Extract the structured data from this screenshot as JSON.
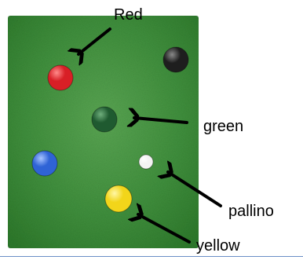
{
  "colors": {
    "text": "#000000",
    "felt_base": "#3f8f3c",
    "felt_light": "#5aa653",
    "felt_dark": "#2e7a2c",
    "arrow": "#000000",
    "bottom_rule": "#6a8fc7"
  },
  "balls": [
    {
      "name": "red-ball",
      "color": "#d81f26",
      "highlight": "#ff8a8a"
    },
    {
      "name": "black-ball",
      "color": "#1e1e1e",
      "highlight": "#8a8a8a"
    },
    {
      "name": "green-ball",
      "color": "#1f5a30",
      "highlight": "#6fae7c"
    },
    {
      "name": "blue-ball",
      "color": "#2f63d6",
      "highlight": "#a8c4ff"
    },
    {
      "name": "pallino-ball",
      "color": "#f3f3f3",
      "highlight": "#ffffff"
    },
    {
      "name": "yellow-ball",
      "color": "#f2d51a",
      "highlight": "#fff7a6"
    }
  ],
  "labels": {
    "red": "Red",
    "green": "green",
    "pallino": "pallino",
    "yellow": "yellow"
  }
}
